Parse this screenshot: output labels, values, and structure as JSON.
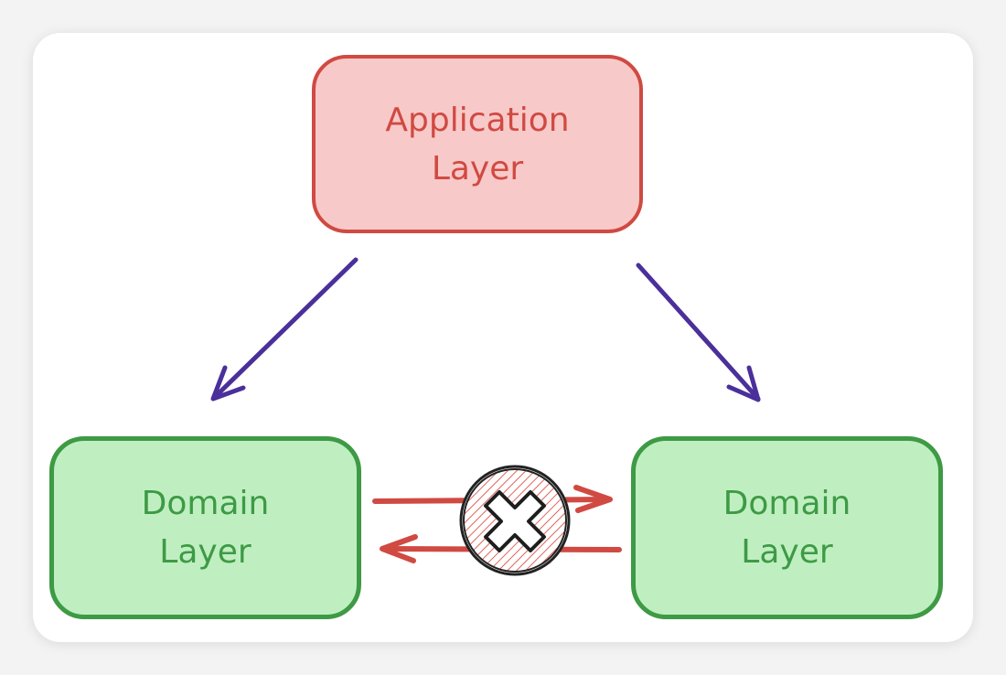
{
  "diagram": {
    "application_node": {
      "label": "Application\nLayer"
    },
    "domain_left": {
      "label": "Domain\nLayer"
    },
    "domain_right": {
      "label": "Domain\nLayer"
    },
    "forbidden_marker": {
      "icon": "cross-icon"
    }
  },
  "colors": {
    "application_fill": "#f8c9c9",
    "application_stroke": "#d04a42",
    "domain_fill": "#bfefc1",
    "domain_stroke": "#3e9a45",
    "dependency_arrow": "#4b2f9a",
    "forbidden_arrow": "#d04a42"
  }
}
